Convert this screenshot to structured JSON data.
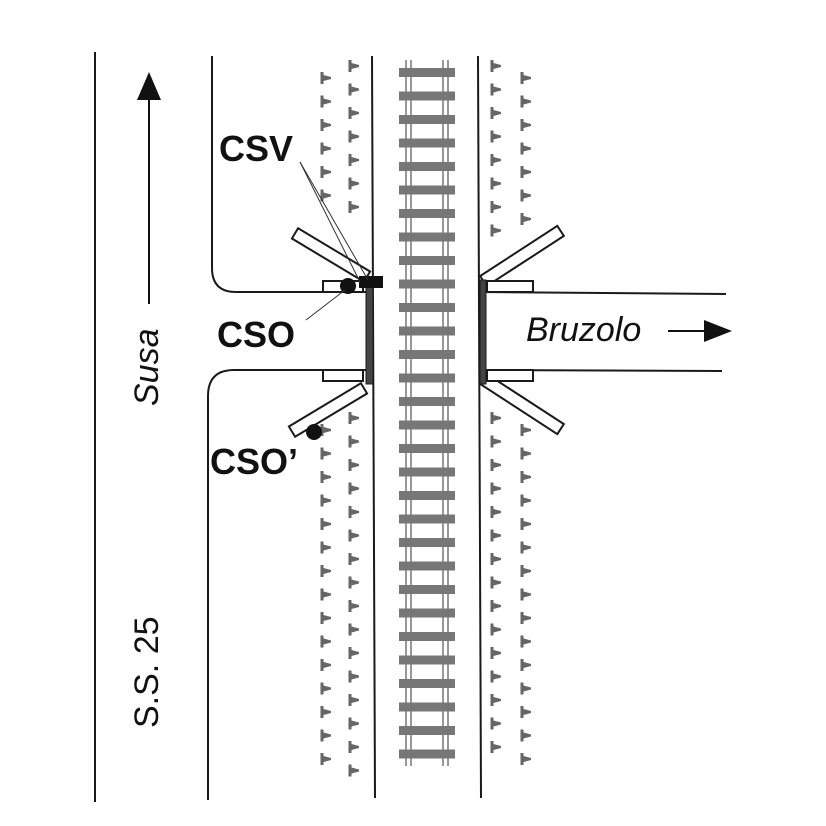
{
  "labels": {
    "csv": "CSV",
    "cso": "CSO",
    "cso_prime": "CSO’",
    "susa": "Susa",
    "bruzolo": "Bruzolo",
    "road": "S.S. 25"
  },
  "colors": {
    "line": "#1a1a1a",
    "sleeper": "#777777",
    "marker": "#666666",
    "background": "#ffffff"
  },
  "icons": {
    "north_arrow": "arrow-up-icon",
    "east_arrow": "arrow-right-icon",
    "sensor_dot": "filled-circle-icon",
    "sensor_box": "filled-square-icon"
  }
}
